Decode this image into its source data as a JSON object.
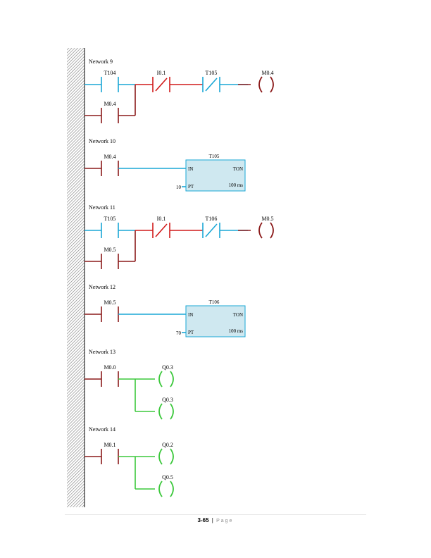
{
  "colors": {
    "rail": "#000000",
    "contact_default": "#8b1a1a",
    "wire_cyan": "#1aa7d6",
    "wire_red": "#d11a1a",
    "wire_green": "#3cc83c",
    "coil": "#8b1a1a",
    "box_fill": "#cfe8f0",
    "box_stroke": "#1aa7d6"
  },
  "networks": [
    {
      "label": "Network 9",
      "kind": "coil",
      "contacts": [
        {
          "addr": "T104",
          "type": "NO",
          "color": "cyan"
        },
        {
          "addr": "I0.1",
          "type": "NC",
          "color": "red"
        },
        {
          "addr": "T105",
          "type": "NC",
          "color": "cyan"
        }
      ],
      "branch": {
        "addr": "M0.4",
        "type": "NO"
      },
      "coil": {
        "addr": "M0.4"
      }
    },
    {
      "label": "Network 10",
      "kind": "timer",
      "contact": {
        "addr": "M0.4",
        "type": "NO"
      },
      "timer": {
        "name": "T105",
        "type": "TON",
        "in_label": "IN",
        "pt_label": "PT",
        "pt_value": "10",
        "base": "100 ms"
      }
    },
    {
      "label": "Network 11",
      "kind": "coil",
      "contacts": [
        {
          "addr": "T105",
          "type": "NO",
          "color": "cyan"
        },
        {
          "addr": "I0.1",
          "type": "NC",
          "color": "red"
        },
        {
          "addr": "T106",
          "type": "NC",
          "color": "cyan"
        }
      ],
      "branch": {
        "addr": "M0.5",
        "type": "NO"
      },
      "coil": {
        "addr": "M0.5"
      }
    },
    {
      "label": "Network 12",
      "kind": "timer",
      "contact": {
        "addr": "M0.5",
        "type": "NO"
      },
      "timer": {
        "name": "T106",
        "type": "TON",
        "in_label": "IN",
        "pt_label": "PT",
        "pt_value": "70",
        "base": "100 ms"
      }
    },
    {
      "label": "Network 13",
      "kind": "dual_coil",
      "contact": {
        "addr": "M0.0",
        "type": "NO"
      },
      "coils": [
        {
          "addr": "Q0.3"
        },
        {
          "addr": "Q0.3"
        }
      ]
    },
    {
      "label": "Network 14",
      "kind": "dual_coil",
      "contact": {
        "addr": "M0.1",
        "type": "NO"
      },
      "coils": [
        {
          "addr": "Q0.2"
        },
        {
          "addr": "Q0.5"
        }
      ]
    }
  ],
  "footer": {
    "page_number": "3-65",
    "separator": "|",
    "page_word": "Page"
  }
}
